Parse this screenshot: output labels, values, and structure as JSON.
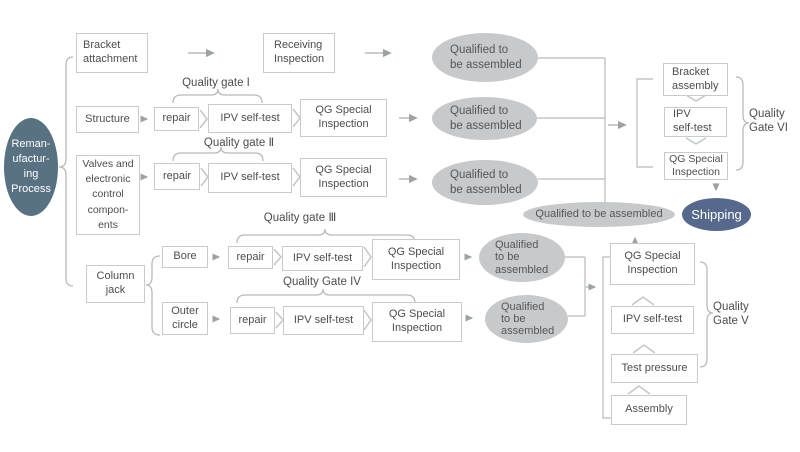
{
  "title": "Remanufacturing process quality gate flowchart",
  "nodes": {
    "process": "Reman-\nufactur-\ning\nProcess",
    "bracket_attachment": "Bracket\nattachment",
    "receiving_inspection": "Receiving\nInspection",
    "structure": "Structure",
    "valves": "Valves and\nelectronic\ncontrol\ncompon-\nents",
    "column_jack": "Column\njack",
    "bore": "Bore",
    "outer_circle": "Outer\ncircle",
    "repair": "repair",
    "ipv_self_test": "IPV self-test",
    "ipv_self_test_stacked": "IPV\nself-test",
    "qg_special_inspection": "QG Special\nInspection",
    "bracket_assembly": "Bracket\nassembly",
    "test_pressure": "Test pressure",
    "assembly": "Assembly",
    "shipping": "Shipping"
  },
  "outcomes": {
    "qualified_two_line": "Qualified to\nbe assembled",
    "qualified_three_line": "Qualified\nto be\nassembled",
    "qualified_one_line": "Qualified to be assembled"
  },
  "gates": {
    "gate1": "Quality gate I",
    "gate2": "Quality gate Ⅱ",
    "gate3": "Quality gate Ⅲ",
    "gate4": "Quality Gate IV",
    "gate5": "Quality\nGate V",
    "gate6": "Quality\nGate VI"
  },
  "colors": {
    "process_ellipse": "#587183",
    "shipping_ellipse": "#56698C",
    "qualified_ellipse": "#C8C9CB",
    "box_border": "#C7CBCD",
    "connector_line": "#B6BBBD",
    "arrowhead": "#9DA2A4",
    "text": "#4D4D4D"
  }
}
